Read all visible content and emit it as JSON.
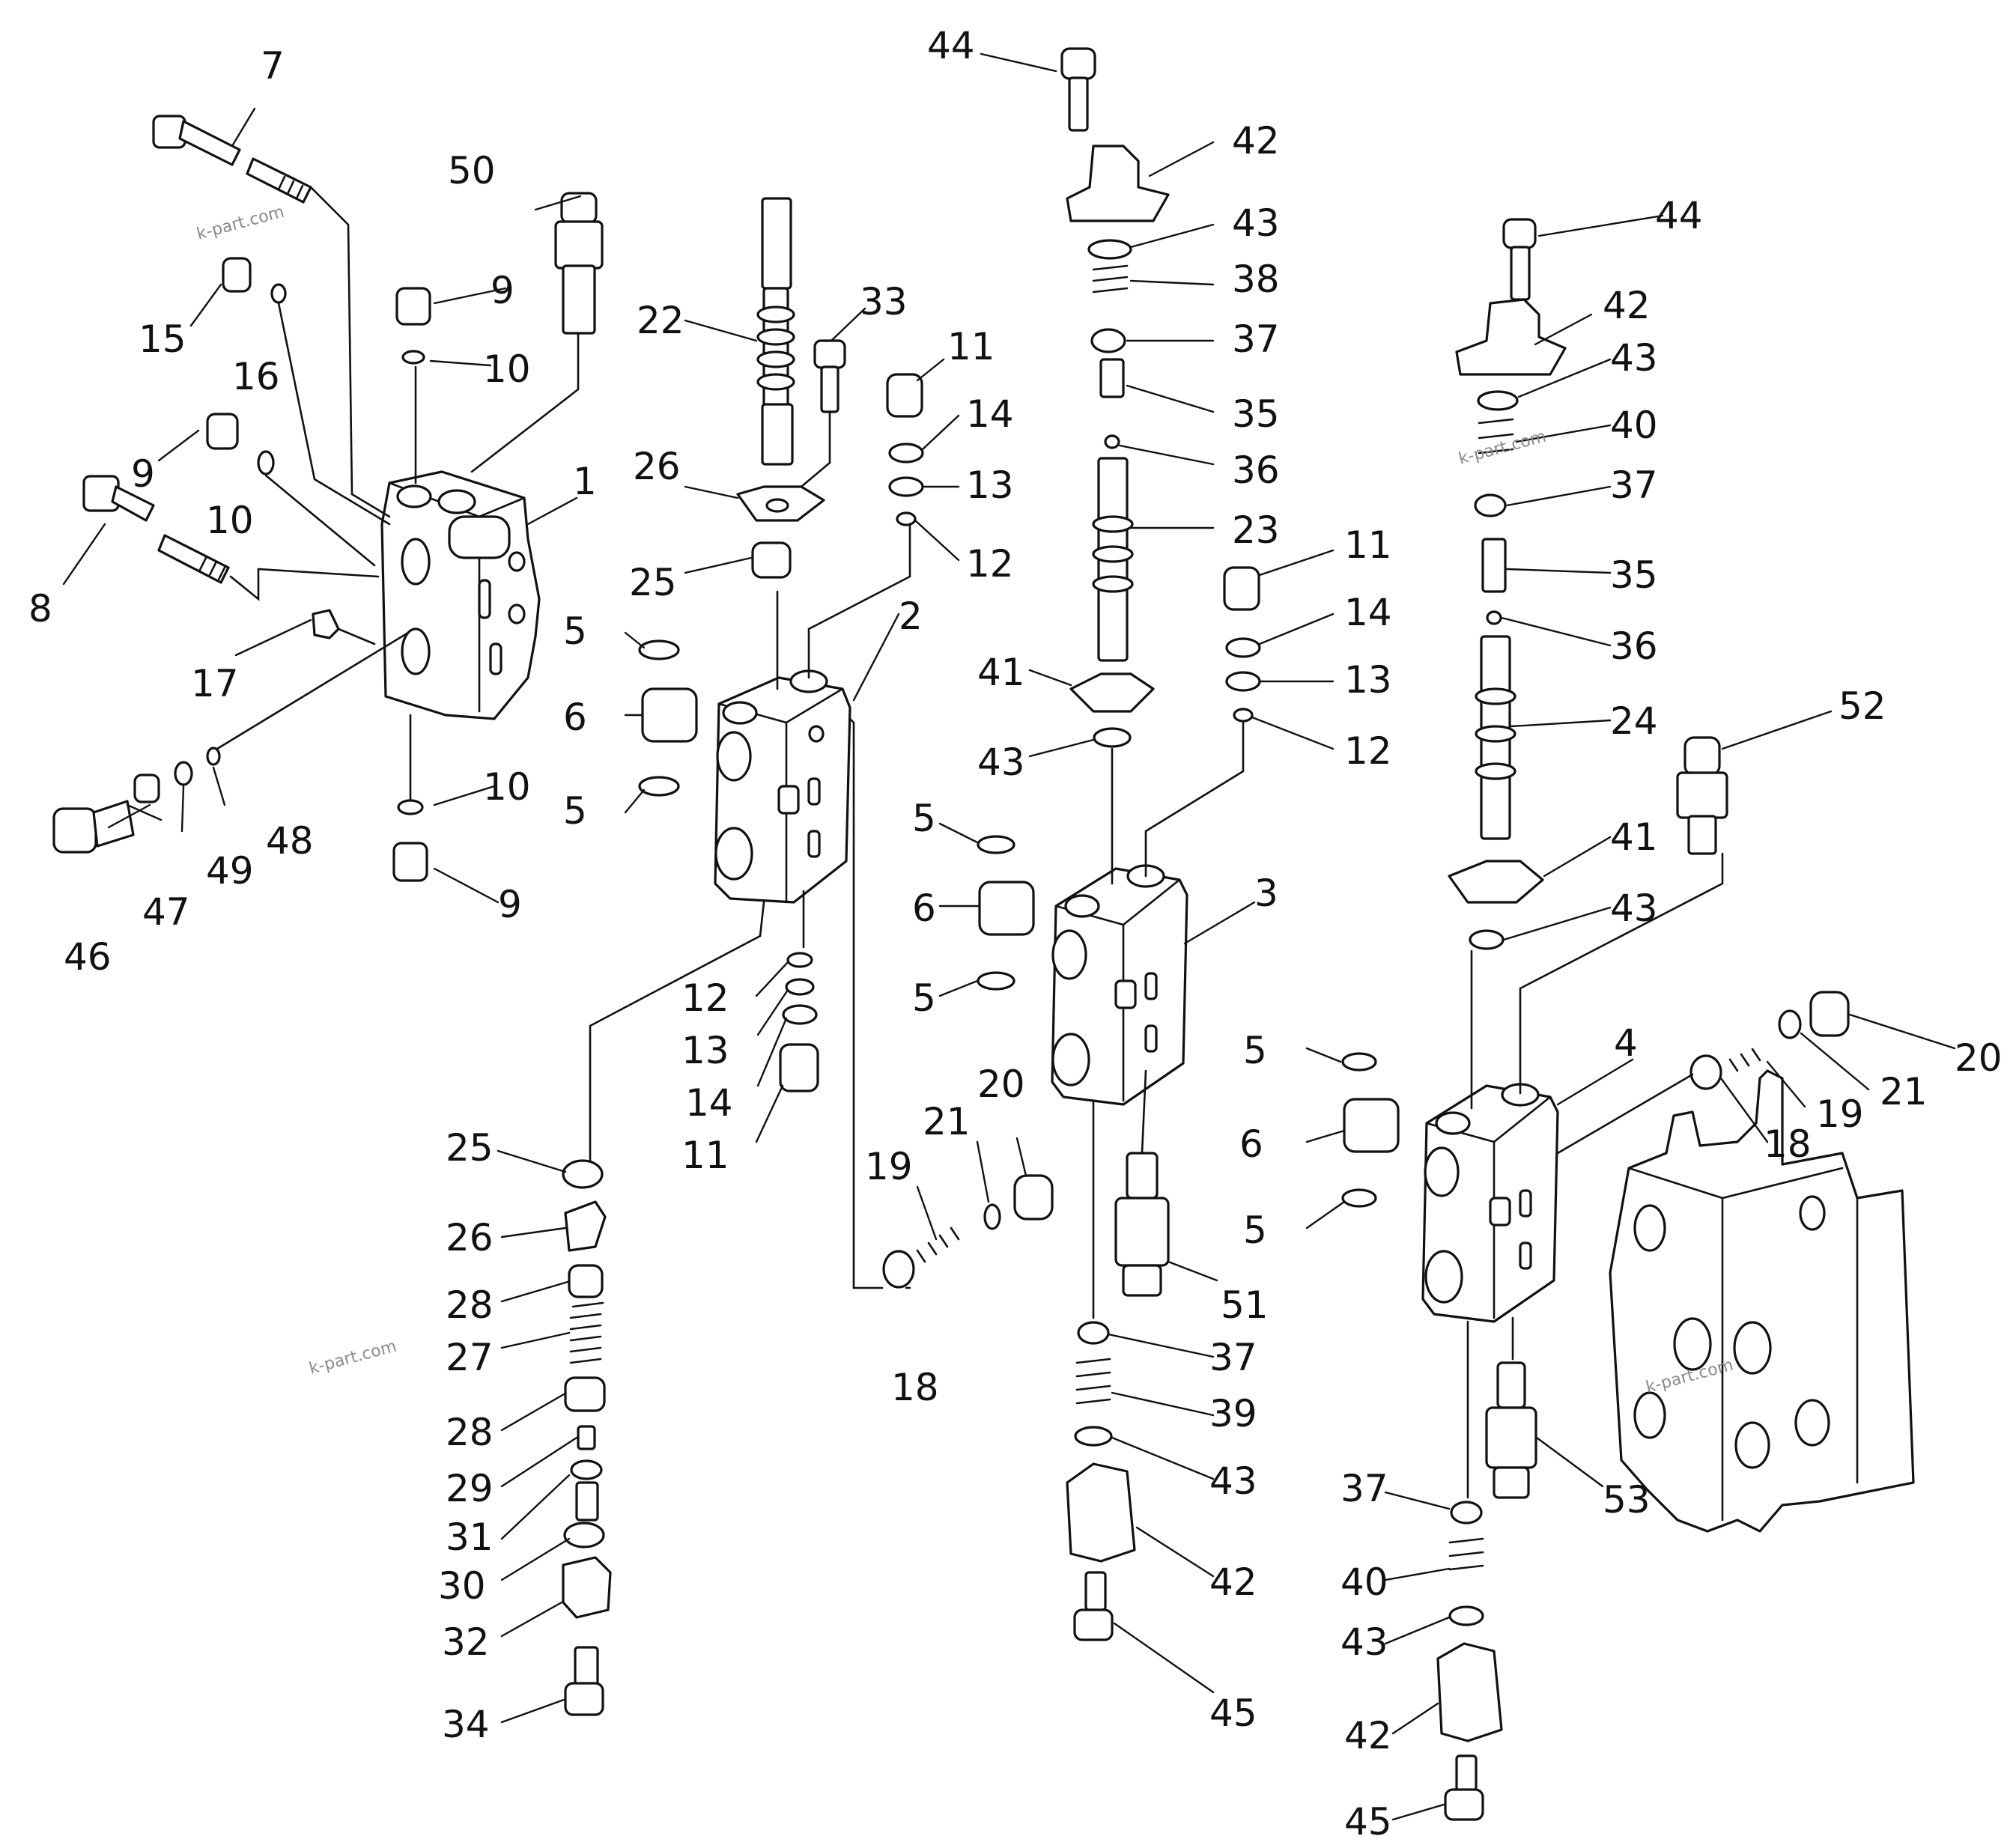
{
  "diagram": {
    "callouts": [
      "1",
      "2",
      "3",
      "4",
      "5",
      "6",
      "7",
      "8",
      "9",
      "10",
      "11",
      "12",
      "13",
      "14",
      "15",
      "16",
      "17",
      "18",
      "19",
      "20",
      "21",
      "22",
      "23",
      "24",
      "25",
      "26",
      "27",
      "28",
      "29",
      "30",
      "31",
      "32",
      "33",
      "34",
      "35",
      "36",
      "37",
      "38",
      "39",
      "40",
      "41",
      "42",
      "43",
      "44",
      "45",
      "46",
      "47",
      "48",
      "49",
      "50",
      "51",
      "52",
      "53"
    ],
    "watermark": "k-part.com"
  },
  "colors": {
    "ink": "#111111",
    "paper": "#ffffff",
    "watermark": "#8a8a8a"
  }
}
